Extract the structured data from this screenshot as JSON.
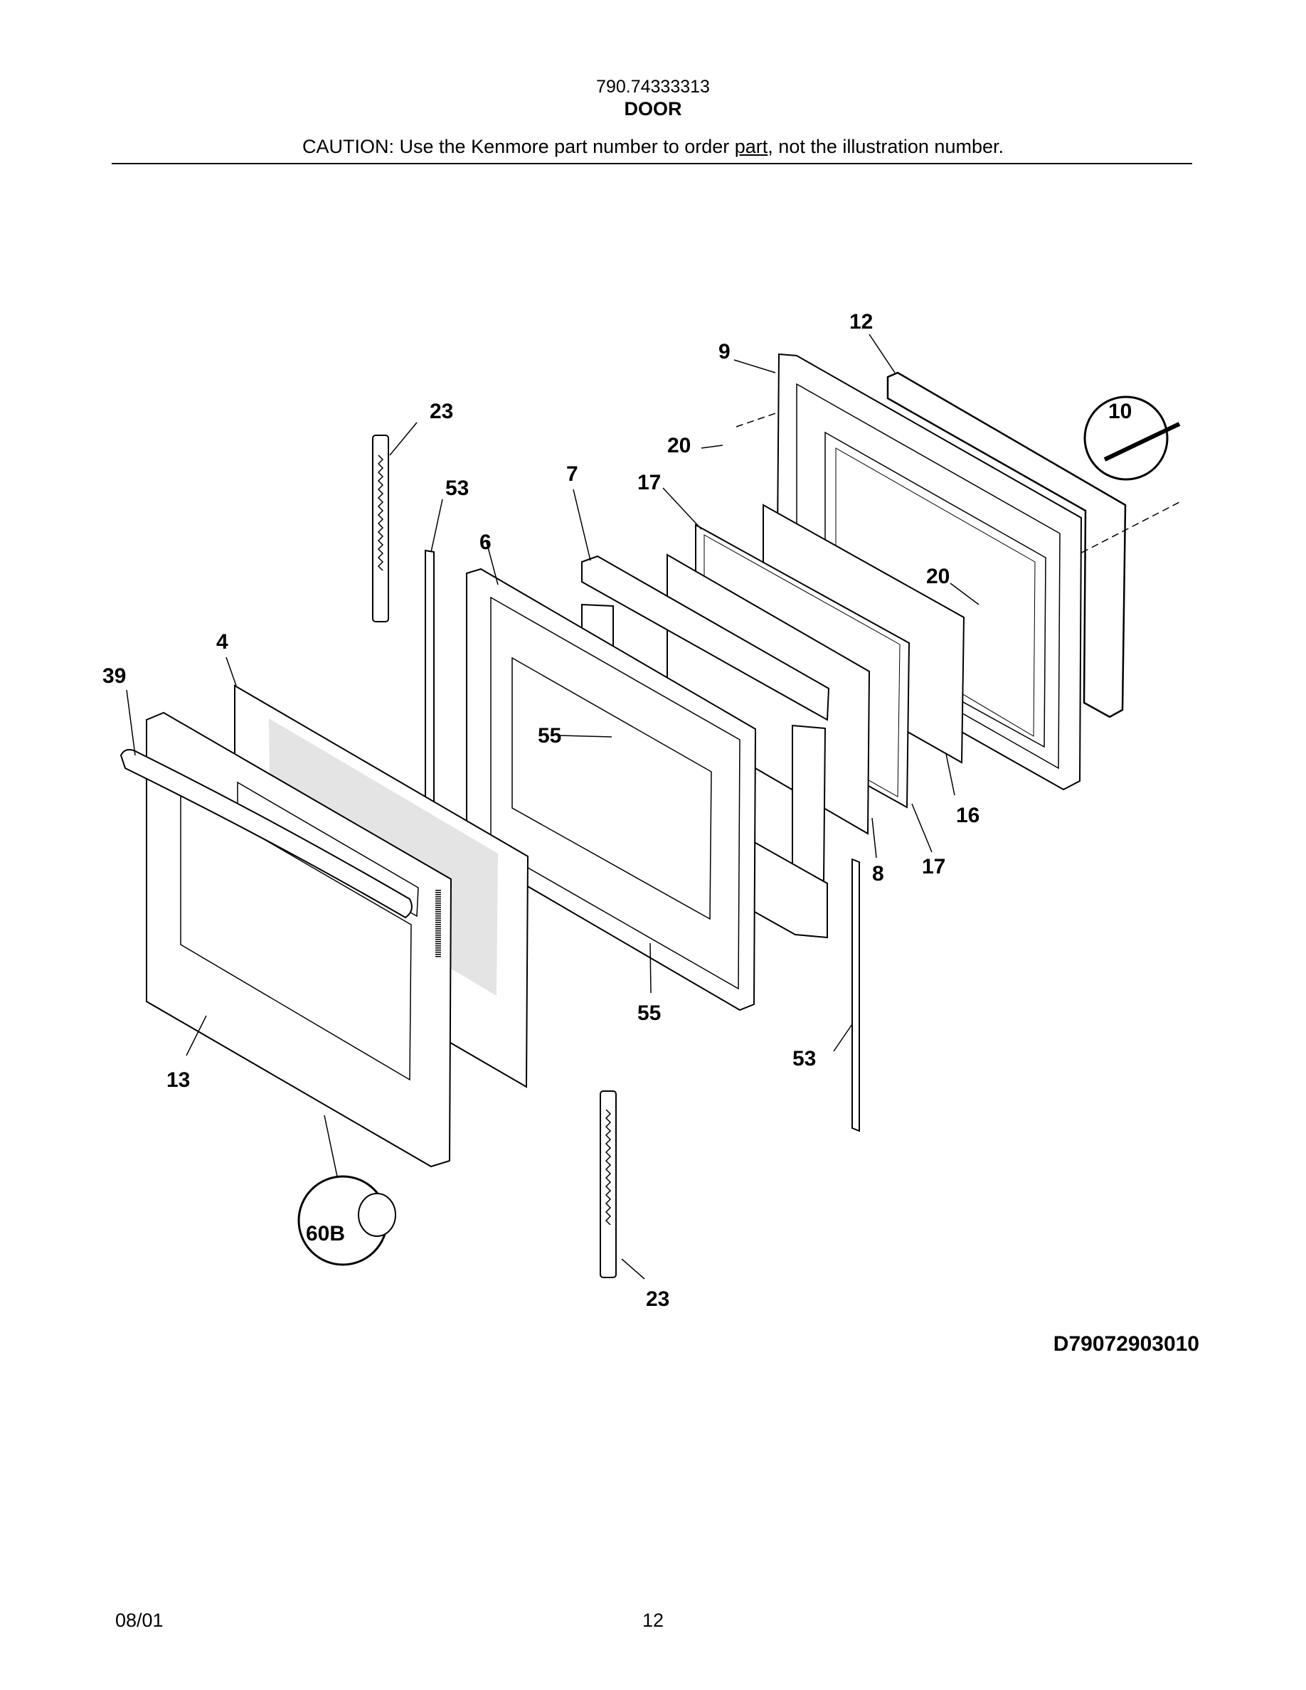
{
  "header": {
    "model": "790.74333313",
    "title": "DOOR",
    "caution_before": "CAUTION: Use the Kenmore part number to order ",
    "caution_link": "part",
    "caution_after": ", not the illustration number."
  },
  "callouts": [
    "12",
    "9",
    "23",
    "10",
    "20",
    "53",
    "7",
    "17",
    "6",
    "20",
    "4",
    "39",
    "55",
    "16",
    "8",
    "17",
    "55",
    "53",
    "13",
    "60B",
    "23"
  ],
  "footer": {
    "diagram_id": "D79072903010",
    "date": "08/01",
    "page": "12"
  }
}
